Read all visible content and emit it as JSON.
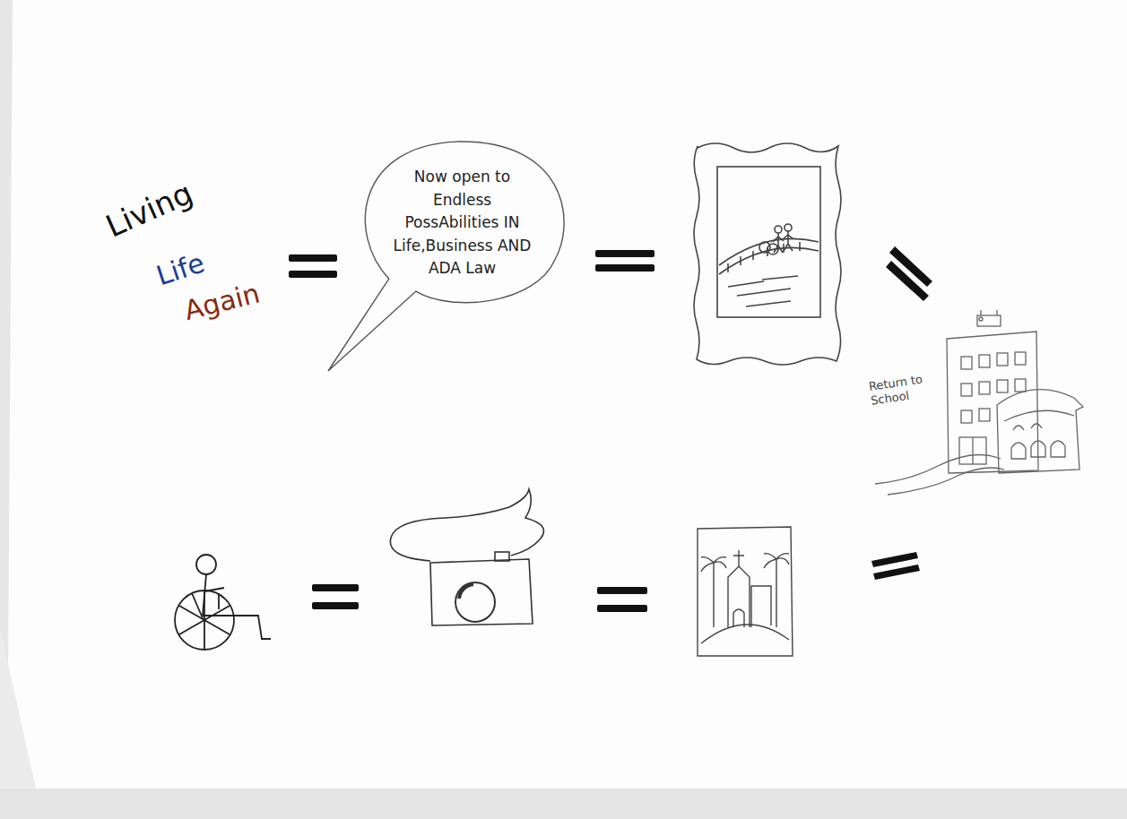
{
  "diagram": {
    "nodes": [
      {
        "text": [
          "Now open to Endless PossAbilities IN Life,Business AND ADA Law"
        ]
      }
    ],
    "labels": [
      "Living",
      "Life",
      "Again",
      "Return to School"
    ]
  }
}
